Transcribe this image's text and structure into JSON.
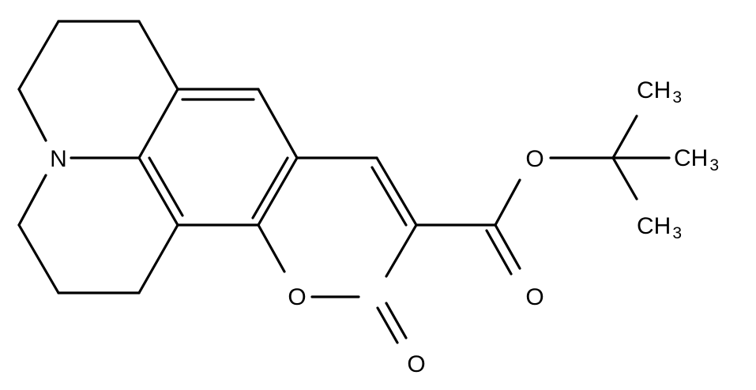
{
  "atoms": {
    "N": "N",
    "O_ring": "O",
    "O_carbonyl_lactone": "O",
    "O_carbonyl_ester": "O",
    "O_ester": "O",
    "CH3_top": "CH",
    "CH3_top_sub": "3",
    "CH3_mid": "CH",
    "CH3_mid_sub": "3",
    "CH3_bot": "CH",
    "CH3_bot_sub": "3"
  }
}
